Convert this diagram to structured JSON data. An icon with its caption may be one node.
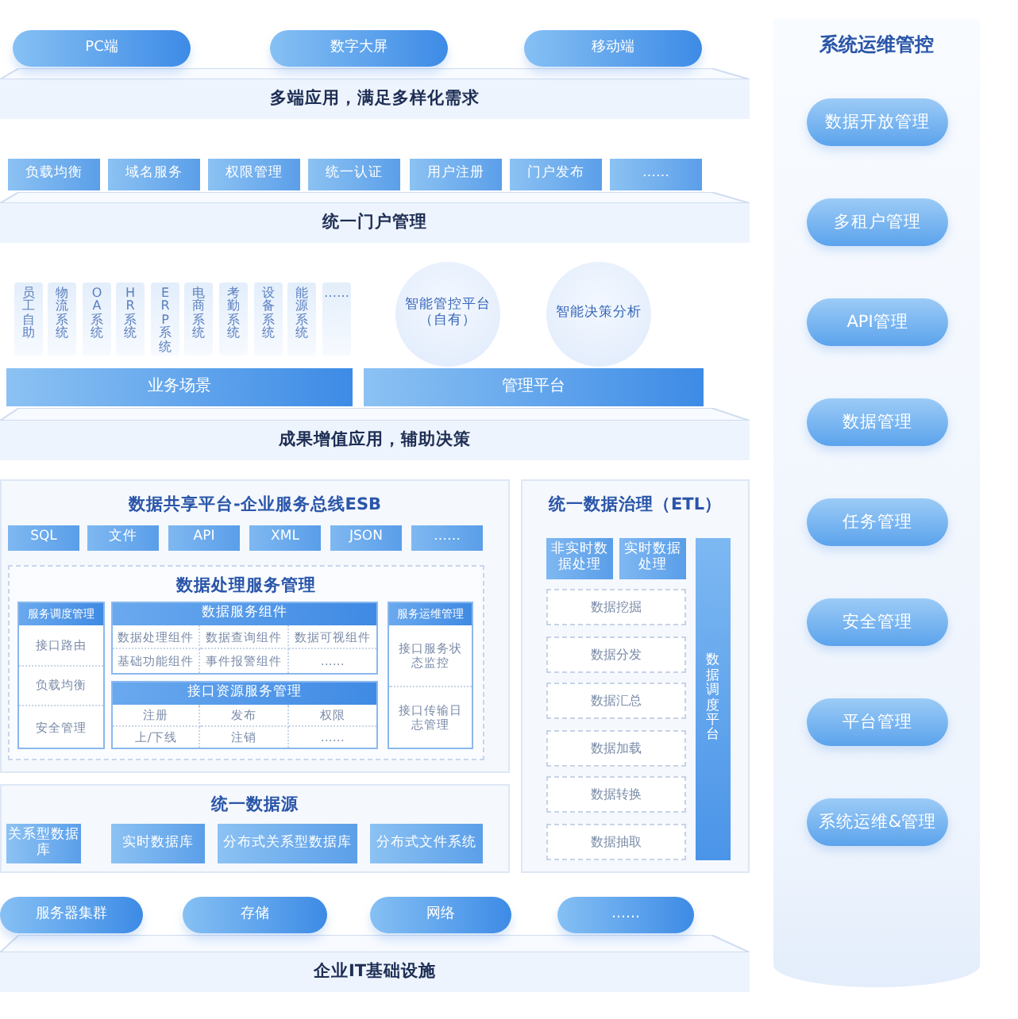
{
  "diagram": {
    "nodes": [
      {
        "text": [
          "PC端"
        ]
      },
      {
        "text": [
          "数字大屏"
        ]
      },
      {
        "text": [
          "移动端"
        ]
      },
      {
        "text": [
          "多端应用，满足多样化需求"
        ]
      },
      {
        "text": [
          "负载均衡"
        ]
      },
      {
        "text": [
          "域名服务"
        ]
      },
      {
        "text": [
          "权限管理"
        ]
      },
      {
        "text": [
          "统一认证"
        ]
      },
      {
        "text": [
          "用户注册"
        ]
      },
      {
        "text": [
          "门户发布"
        ]
      },
      {
        "text": [
          "……"
        ]
      },
      {
        "text": [
          "统一门户管理"
        ]
      },
      {
        "text": [
          "员工自助"
        ]
      },
      {
        "text": [
          "物流系统"
        ]
      },
      {
        "text": [
          "OA系统"
        ]
      },
      {
        "text": [
          "HR系统"
        ]
      },
      {
        "text": [
          "ERP系统"
        ]
      },
      {
        "text": [
          "电商系统"
        ]
      },
      {
        "text": [
          "考勤系统"
        ]
      },
      {
        "text": [
          "设备系统"
        ]
      },
      {
        "text": [
          "能源系统"
        ]
      },
      {
        "text": [
          "……"
        ]
      },
      {
        "text": [
          "智能管控平台（自有）"
        ]
      },
      {
        "text": [
          "智能决策分析"
        ]
      },
      {
        "text": [
          "业务场景"
        ]
      },
      {
        "text": [
          "管理平台"
        ]
      },
      {
        "text": [
          "成果增值应用，辅助决策"
        ]
      },
      {
        "text": [
          "数据共享平台-企业服务总线ESB"
        ]
      },
      {
        "text": [
          "SQL"
        ],
        "in": 27
      },
      {
        "text": [
          "文件"
        ],
        "in": 27
      },
      {
        "text": [
          "API"
        ],
        "in": 27
      },
      {
        "text": [
          "XML"
        ],
        "in": 27
      },
      {
        "text": [
          "JSON"
        ],
        "in": 27
      },
      {
        "text": [
          "……"
        ],
        "in": 27
      },
      {
        "text": [
          "数据处理服务管理"
        ],
        "in": 27
      },
      {
        "text": [
          "服务调度管理",
          "接口路由",
          "负载均衡",
          "安全管理"
        ],
        "in": 34
      },
      {
        "text": [
          "数据服务组件",
          "数据处理组件",
          "数据查询组件",
          "数据可视组件",
          "基础功能组件",
          "事件报警组件",
          "……"
        ],
        "in": 34
      },
      {
        "text": [
          "接口资源服务管理",
          "注册",
          "发布",
          "权限",
          "上/下线",
          "注销",
          "……"
        ],
        "in": 34
      },
      {
        "text": [
          "服务运维管理",
          "接口服务状态监控",
          "接口传输日志管理"
        ],
        "in": 34
      },
      {
        "text": [
          "统一数据治理（ETL）"
        ]
      },
      {
        "text": [
          "非实时数据处理"
        ],
        "in": 39
      },
      {
        "text": [
          "实时数据处理"
        ],
        "in": 39
      },
      {
        "text": [
          "数据挖掘"
        ],
        "in": 39
      },
      {
        "text": [
          "数据分发"
        ],
        "in": 39
      },
      {
        "text": [
          "数据汇总"
        ],
        "in": 39
      },
      {
        "text": [
          "数据加载"
        ],
        "in": 39
      },
      {
        "text": [
          "数据转换"
        ],
        "in": 39
      },
      {
        "text": [
          "数据抽取"
        ],
        "in": 39
      },
      {
        "text": [
          "数据调度平台"
        ],
        "in": 39
      },
      {
        "text": [
          "统一数据源"
        ]
      },
      {
        "text": [
          "关系型数据库"
        ],
        "in": 49
      },
      {
        "text": [
          "实时数据库"
        ],
        "in": 49
      },
      {
        "text": [
          "分布式关系型数据库"
        ],
        "in": 49
      },
      {
        "text": [
          "分布式文件系统"
        ],
        "in": 49
      },
      {
        "text": [
          "服务器集群"
        ]
      },
      {
        "text": [
          "存储"
        ]
      },
      {
        "text": [
          "网络"
        ]
      },
      {
        "text": [
          "……"
        ]
      },
      {
        "text": [
          "企业IT基础设施"
        ]
      },
      {
        "text": [
          "系统运维管控"
        ]
      },
      {
        "text": [
          "数据开放管理"
        ],
        "in": 59
      },
      {
        "text": [
          "多租户管理"
        ],
        "in": 59
      },
      {
        "text": [
          "API管理"
        ],
        "in": 59
      },
      {
        "text": [
          "数据管理"
        ],
        "in": 59
      },
      {
        "text": [
          "任务管理"
        ],
        "in": 59
      },
      {
        "text": [
          "安全管理"
        ],
        "in": 59
      },
      {
        "text": [
          "平台管理"
        ],
        "in": 59
      },
      {
        "text": [
          "系统运维&管理"
        ],
        "in": 59
      }
    ]
  }
}
